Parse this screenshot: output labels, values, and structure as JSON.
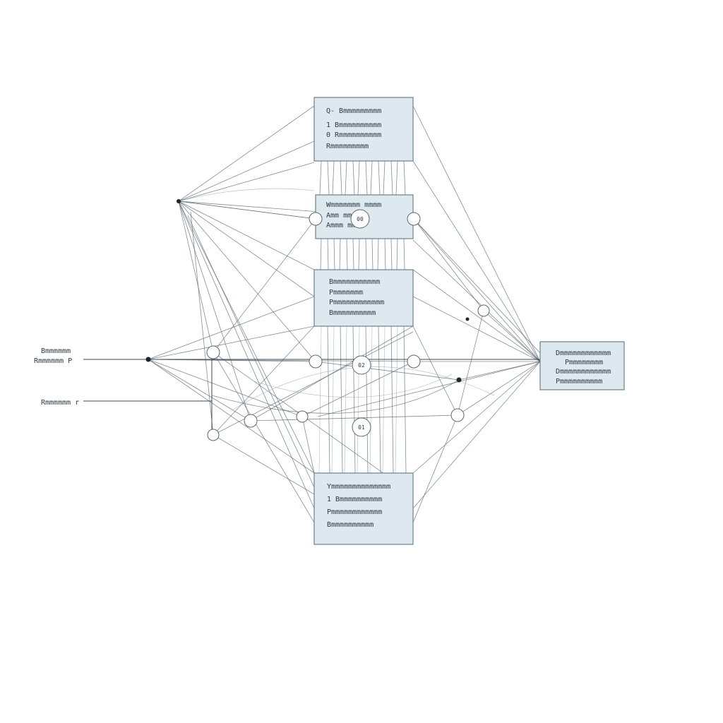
{
  "boxes": [
    {
      "id": "box-top",
      "lines": [
        "Q- Bmmmmmmmmm",
        "1  Bmmmmmmmmmm",
        "0  Rmmmmmmmmmm",
        "   Rmmmmmmmmm"
      ]
    },
    {
      "id": "box-upper-mid",
      "lines": [
        "Wmmmmmmm    mmmm",
        "Amm   mmmmm",
        "Ammm       mm"
      ]
    },
    {
      "id": "box-middle",
      "lines": [
        "Bmmmmmmmmmmm",
        "  Pmmmmmmm",
        "Pmmmmmmmmmmmm",
        "   Bmmmmmmmmmm"
      ]
    },
    {
      "id": "box-bottom",
      "lines": [
        "Ymmmmmmmmmmmmmm",
        "1  Bmmmmmmmmmm",
        "Pmmmmmmmmmmmm",
        "   Bmmmmmmmmmm"
      ]
    },
    {
      "id": "box-right",
      "lines": [
        "Dmmmmmmmmmmmm",
        "Pmmmmmmmm",
        "Dmmmmmmmmmmmm",
        "Pmmmmmmmmmm"
      ]
    }
  ],
  "nodes": [
    {
      "id": "node-upper",
      "label": "00"
    },
    {
      "id": "node-middle",
      "label": "02"
    },
    {
      "id": "node-lower",
      "label": "01"
    }
  ],
  "inputs": [
    {
      "id": "input-1",
      "lines": [
        "Bmmmmmm",
        "Rmmmmmm  P"
      ]
    },
    {
      "id": "input-2",
      "lines": [
        "Rmmmmmm  r"
      ]
    }
  ]
}
